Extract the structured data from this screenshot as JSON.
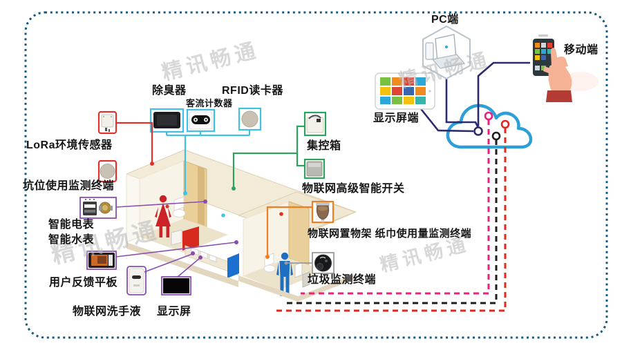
{
  "watermark": {
    "text": "精讯畅通"
  },
  "cloud_clients": {
    "pc": "PC端",
    "mobile": "移动端",
    "display_client": "显示屏端"
  },
  "devices": {
    "deodorizer": "除臭器",
    "people_counter": "客流计数器",
    "rfid_reader": "RFID读卡器",
    "lora_sensor": "LoRa环境传感器",
    "pit_monitor": "坑位使用监测终端",
    "smart_electric_meter": "智能电表",
    "smart_water_meter": "智能水表",
    "feedback_tablet": "用户反馈平板",
    "iot_soap": "物联网洗手液",
    "display_screen": "显示屏",
    "control_box": "集控箱",
    "smart_switch": "物联网高级智能开关",
    "shelf_paper_monitor": "物联网置物架 纸巾使用量监测终端",
    "trash_monitor": "垃圾监测终端"
  },
  "colors": {
    "border_dotted": "#14587e",
    "cloud_stroke": "#2d9fd6",
    "client_line_navy": "#2b2a6b",
    "sensor_cyan": "#3fc0e4",
    "sensor_red": "#e2302c",
    "sensor_green": "#2ca25c",
    "sensor_purple": "#8a4cb0",
    "sensor_orange": "#f07e20",
    "dash_magenta": "#ea1f7e",
    "dash_black": "#1d1d1d",
    "dash_red": "#e2281e",
    "figure_female": "#cc2127",
    "figure_male": "#1e6fc3"
  }
}
